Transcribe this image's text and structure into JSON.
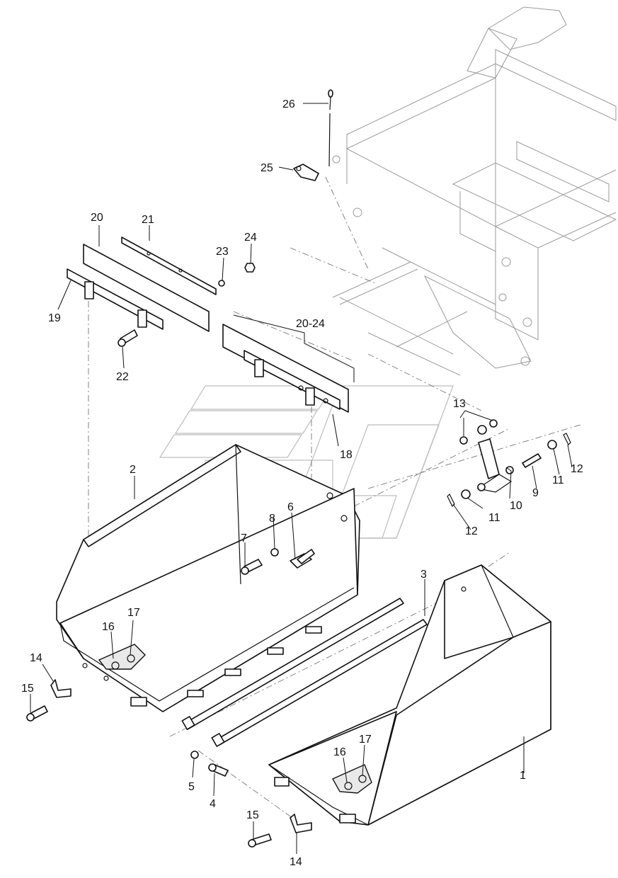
{
  "callouts": {
    "c1": "1",
    "c2": "2",
    "c3": "3",
    "c4": "4",
    "c5": "5",
    "c6": "6",
    "c7": "7",
    "c8": "8",
    "c9": "9",
    "c10": "10",
    "c11a": "11",
    "c11b": "11",
    "c12a": "12",
    "c12b": "12",
    "c13": "13",
    "c14a": "14",
    "c14b": "14",
    "c15a": "15",
    "c15b": "15",
    "c16a": "16",
    "c16b": "16",
    "c17a": "17",
    "c17b": "17",
    "c18": "18",
    "c19": "19",
    "c20": "20",
    "c20_24": "20-24",
    "c21": "21",
    "c22": "22",
    "c23": "23",
    "c24": "24",
    "c25": "25",
    "c26": "26"
  }
}
